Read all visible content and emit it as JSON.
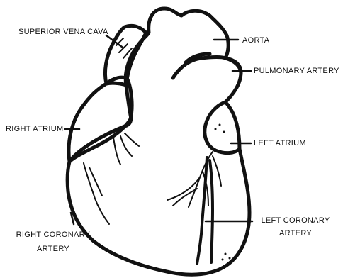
{
  "labels": {
    "superior_vena_cava": "SUPERIOR VENA CAVA",
    "aorta": "AORTA",
    "pulmonary_artery": "PULMONARY ARTERY",
    "right_atrium": "RIGHT ATRIUM",
    "left_atrium": "LEFT ATRIUM",
    "left_coronary_line1": "LEFT CORONARY",
    "left_coronary_line2": "ARTERY",
    "right_coronary_line1": "RIGHT CORONARY",
    "right_coronary_line2": "ARTERY"
  },
  "colors": {
    "stroke": "#111111",
    "background": "#ffffff"
  }
}
